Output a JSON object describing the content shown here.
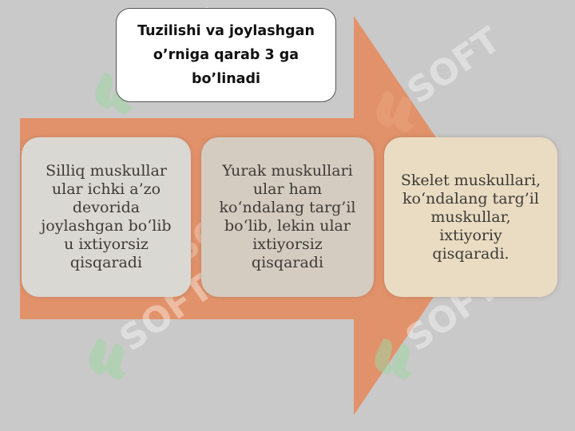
{
  "title": "Tuzilishi va joylashgan o’rniga qarab 3 ga bo’linadi",
  "cards": [
    {
      "text": "Silliq muskullar\nular ichki a’zo\ndevorida\njoylashgan bo‘lib\nu ixtiyorsiz\nqisqaradi"
    },
    {
      "text": "Yurak muskullari\nular ham\nko‘ndalang targ’il\nbo‘lib, lekin ular\nixtiyorsiz\nqisqaradi"
    },
    {
      "text": "Skelet muskullari,\nko‘ndalang targ’il\nmuskullar,\nixtiyoriy\nqisqaradi."
    }
  ],
  "colors": {
    "background": "#c9c9c9",
    "arrow": "#e2926a",
    "watermark_green": "#9fd6a3",
    "watermark_orange": "#e7a47c"
  },
  "watermark": "SOFT"
}
